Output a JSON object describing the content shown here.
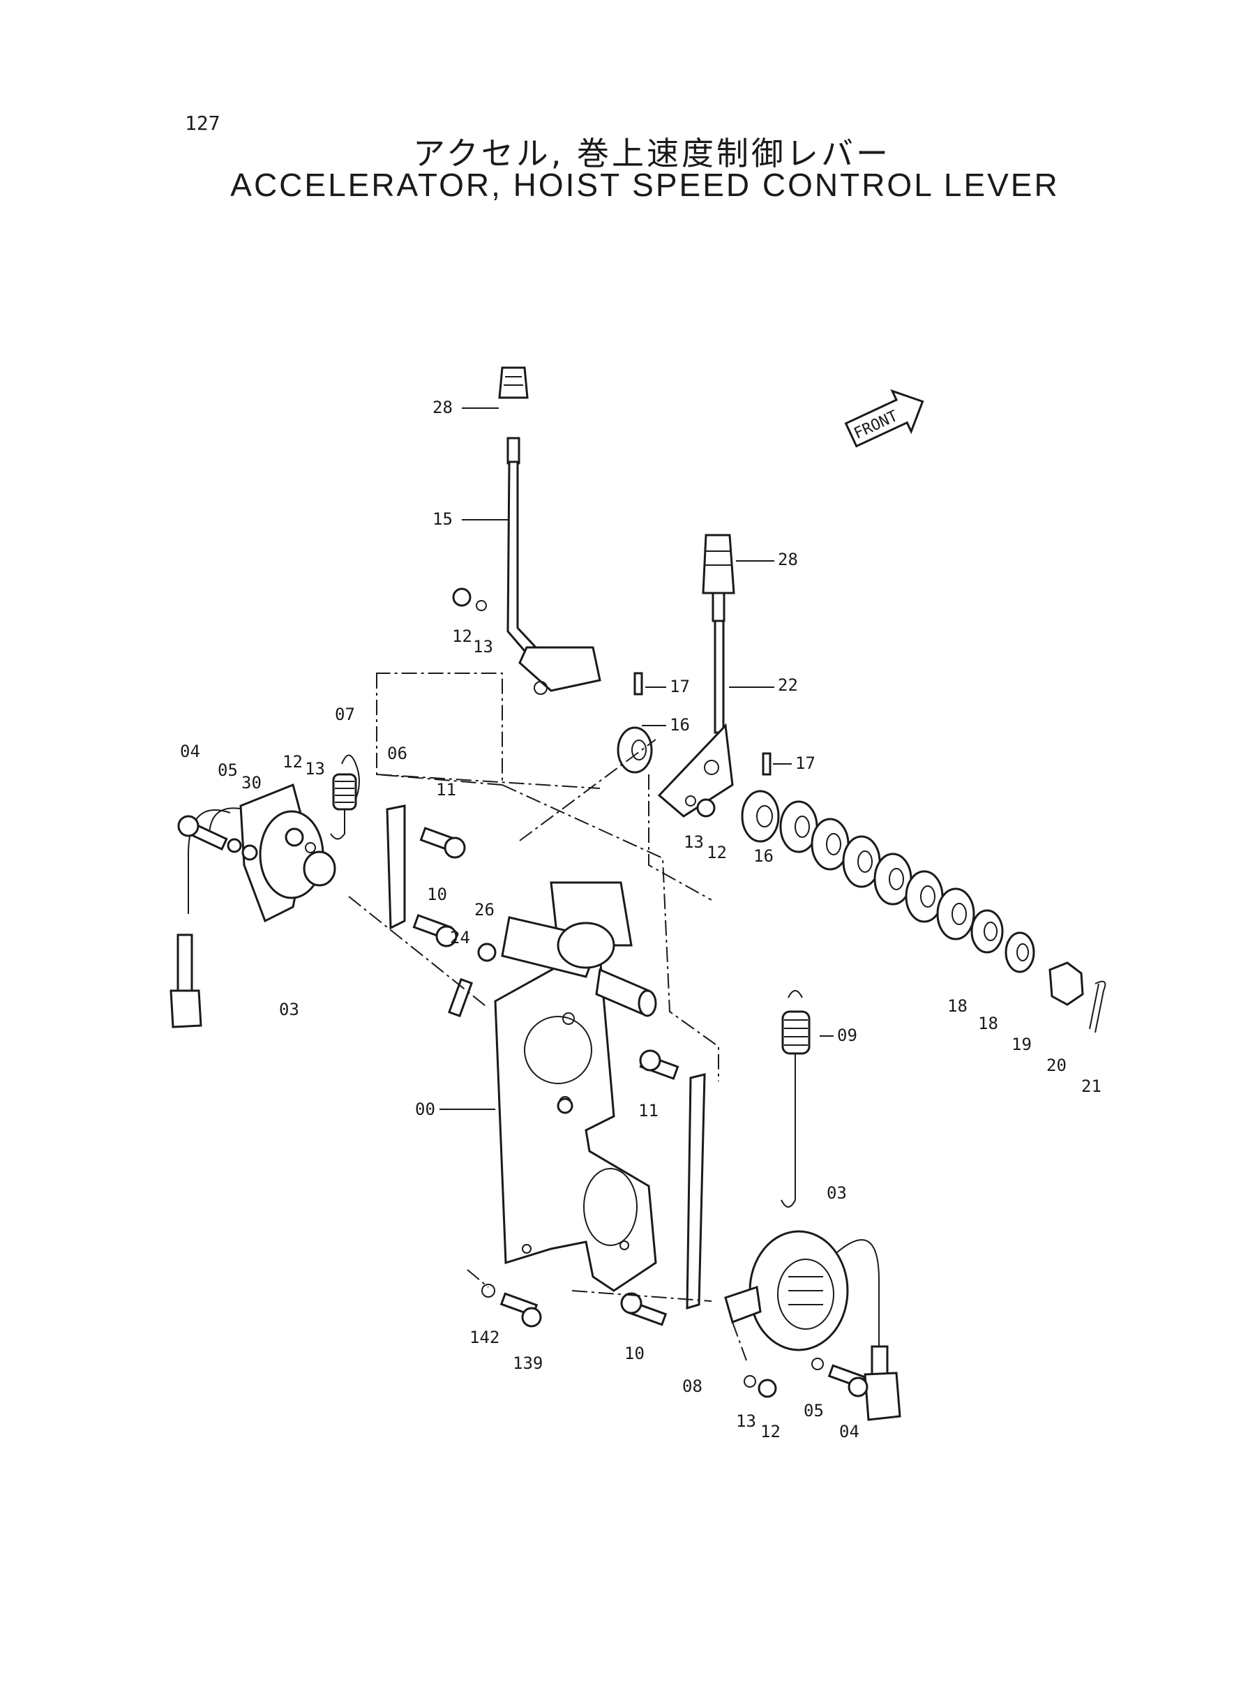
{
  "page_number": "127",
  "title_japanese": "アクセル, 巻上速度制御レバー",
  "title_english": "ACCELERATOR, HOIST SPEED CONTROL LEVER",
  "front_marker": "FRONT",
  "callouts": [
    "28",
    "15",
    "12",
    "13",
    "17",
    "16",
    "22",
    "28",
    "17",
    "13",
    "12",
    "16",
    "07",
    "06",
    "11",
    "04",
    "05",
    "30",
    "12",
    "13",
    "10",
    "26",
    "24",
    "03",
    "18",
    "18",
    "19",
    "20",
    "21",
    "09",
    "00",
    "11",
    "03",
    "142",
    "139",
    "10",
    "08",
    "13",
    "12",
    "05",
    "04"
  ]
}
